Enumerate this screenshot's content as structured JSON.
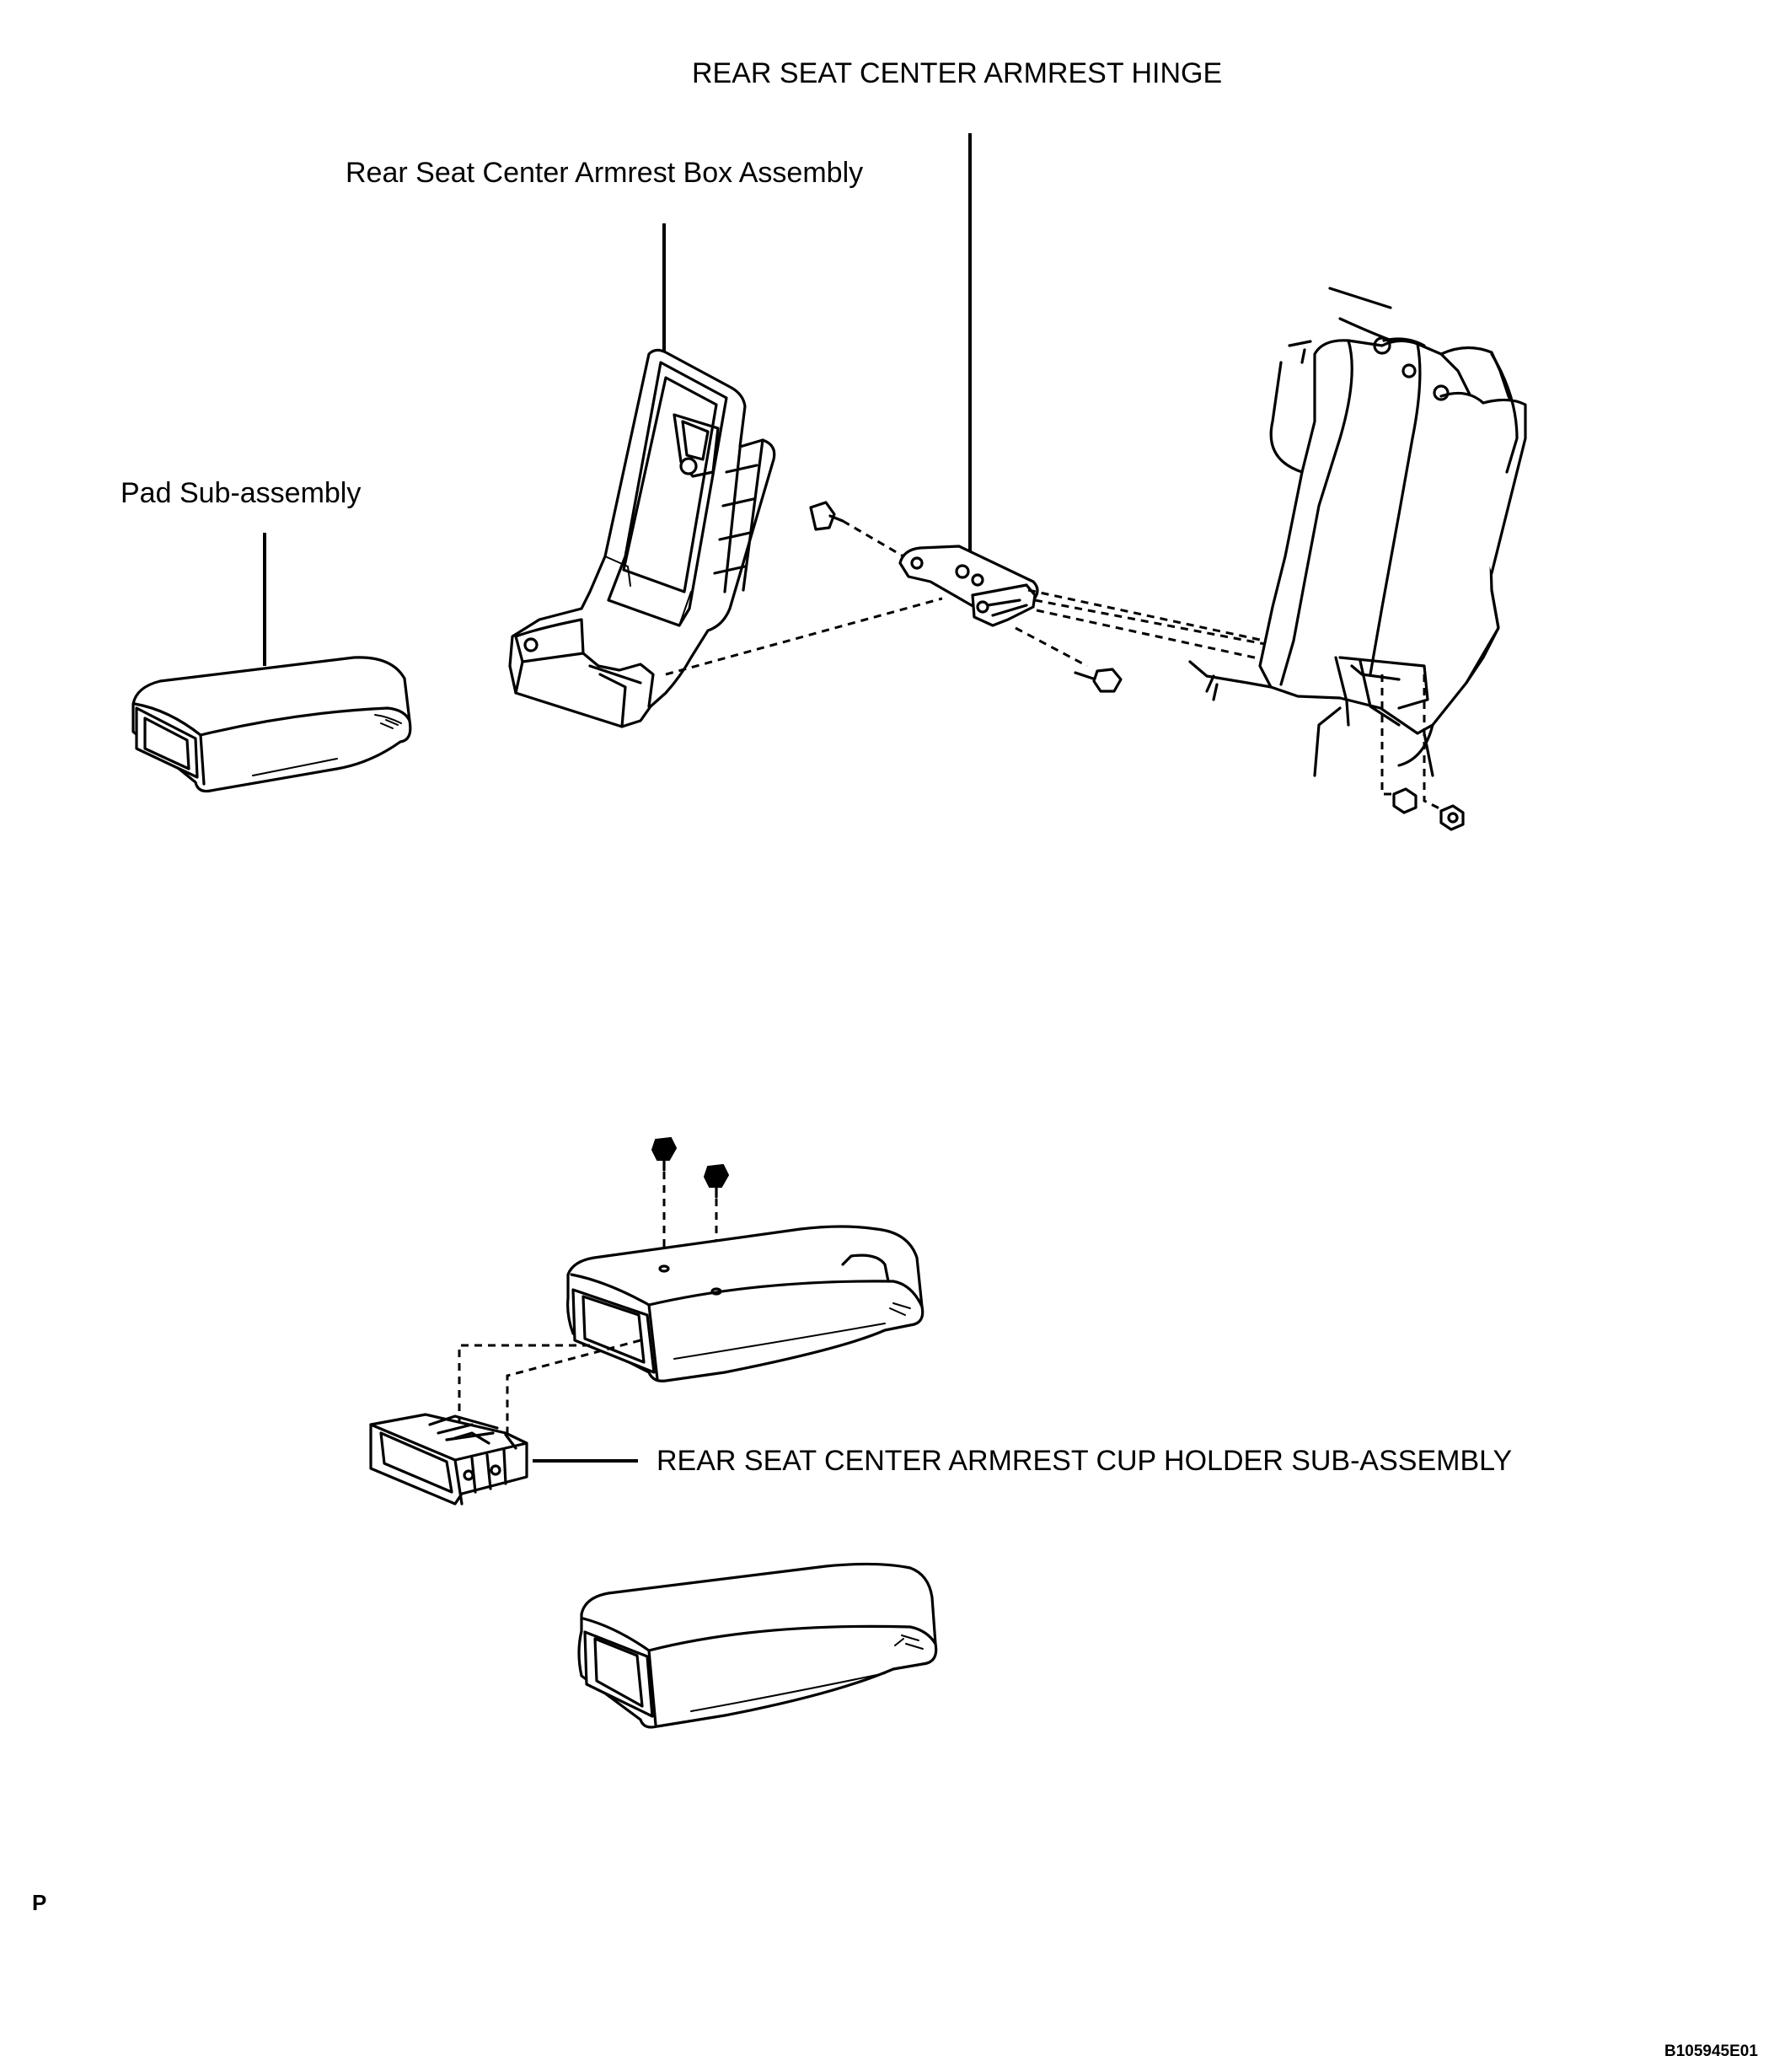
{
  "labels": {
    "hinge": "REAR SEAT CENTER ARMREST HINGE",
    "box_assembly": "Rear Seat Center Armrest Box Assembly",
    "pad": "Pad Sub-assembly",
    "cup_holder": "REAR SEAT CENTER ARMREST CUP HOLDER SUB-ASSEMBLY",
    "corner_mark": "P",
    "figure_code": "B105945E01"
  }
}
